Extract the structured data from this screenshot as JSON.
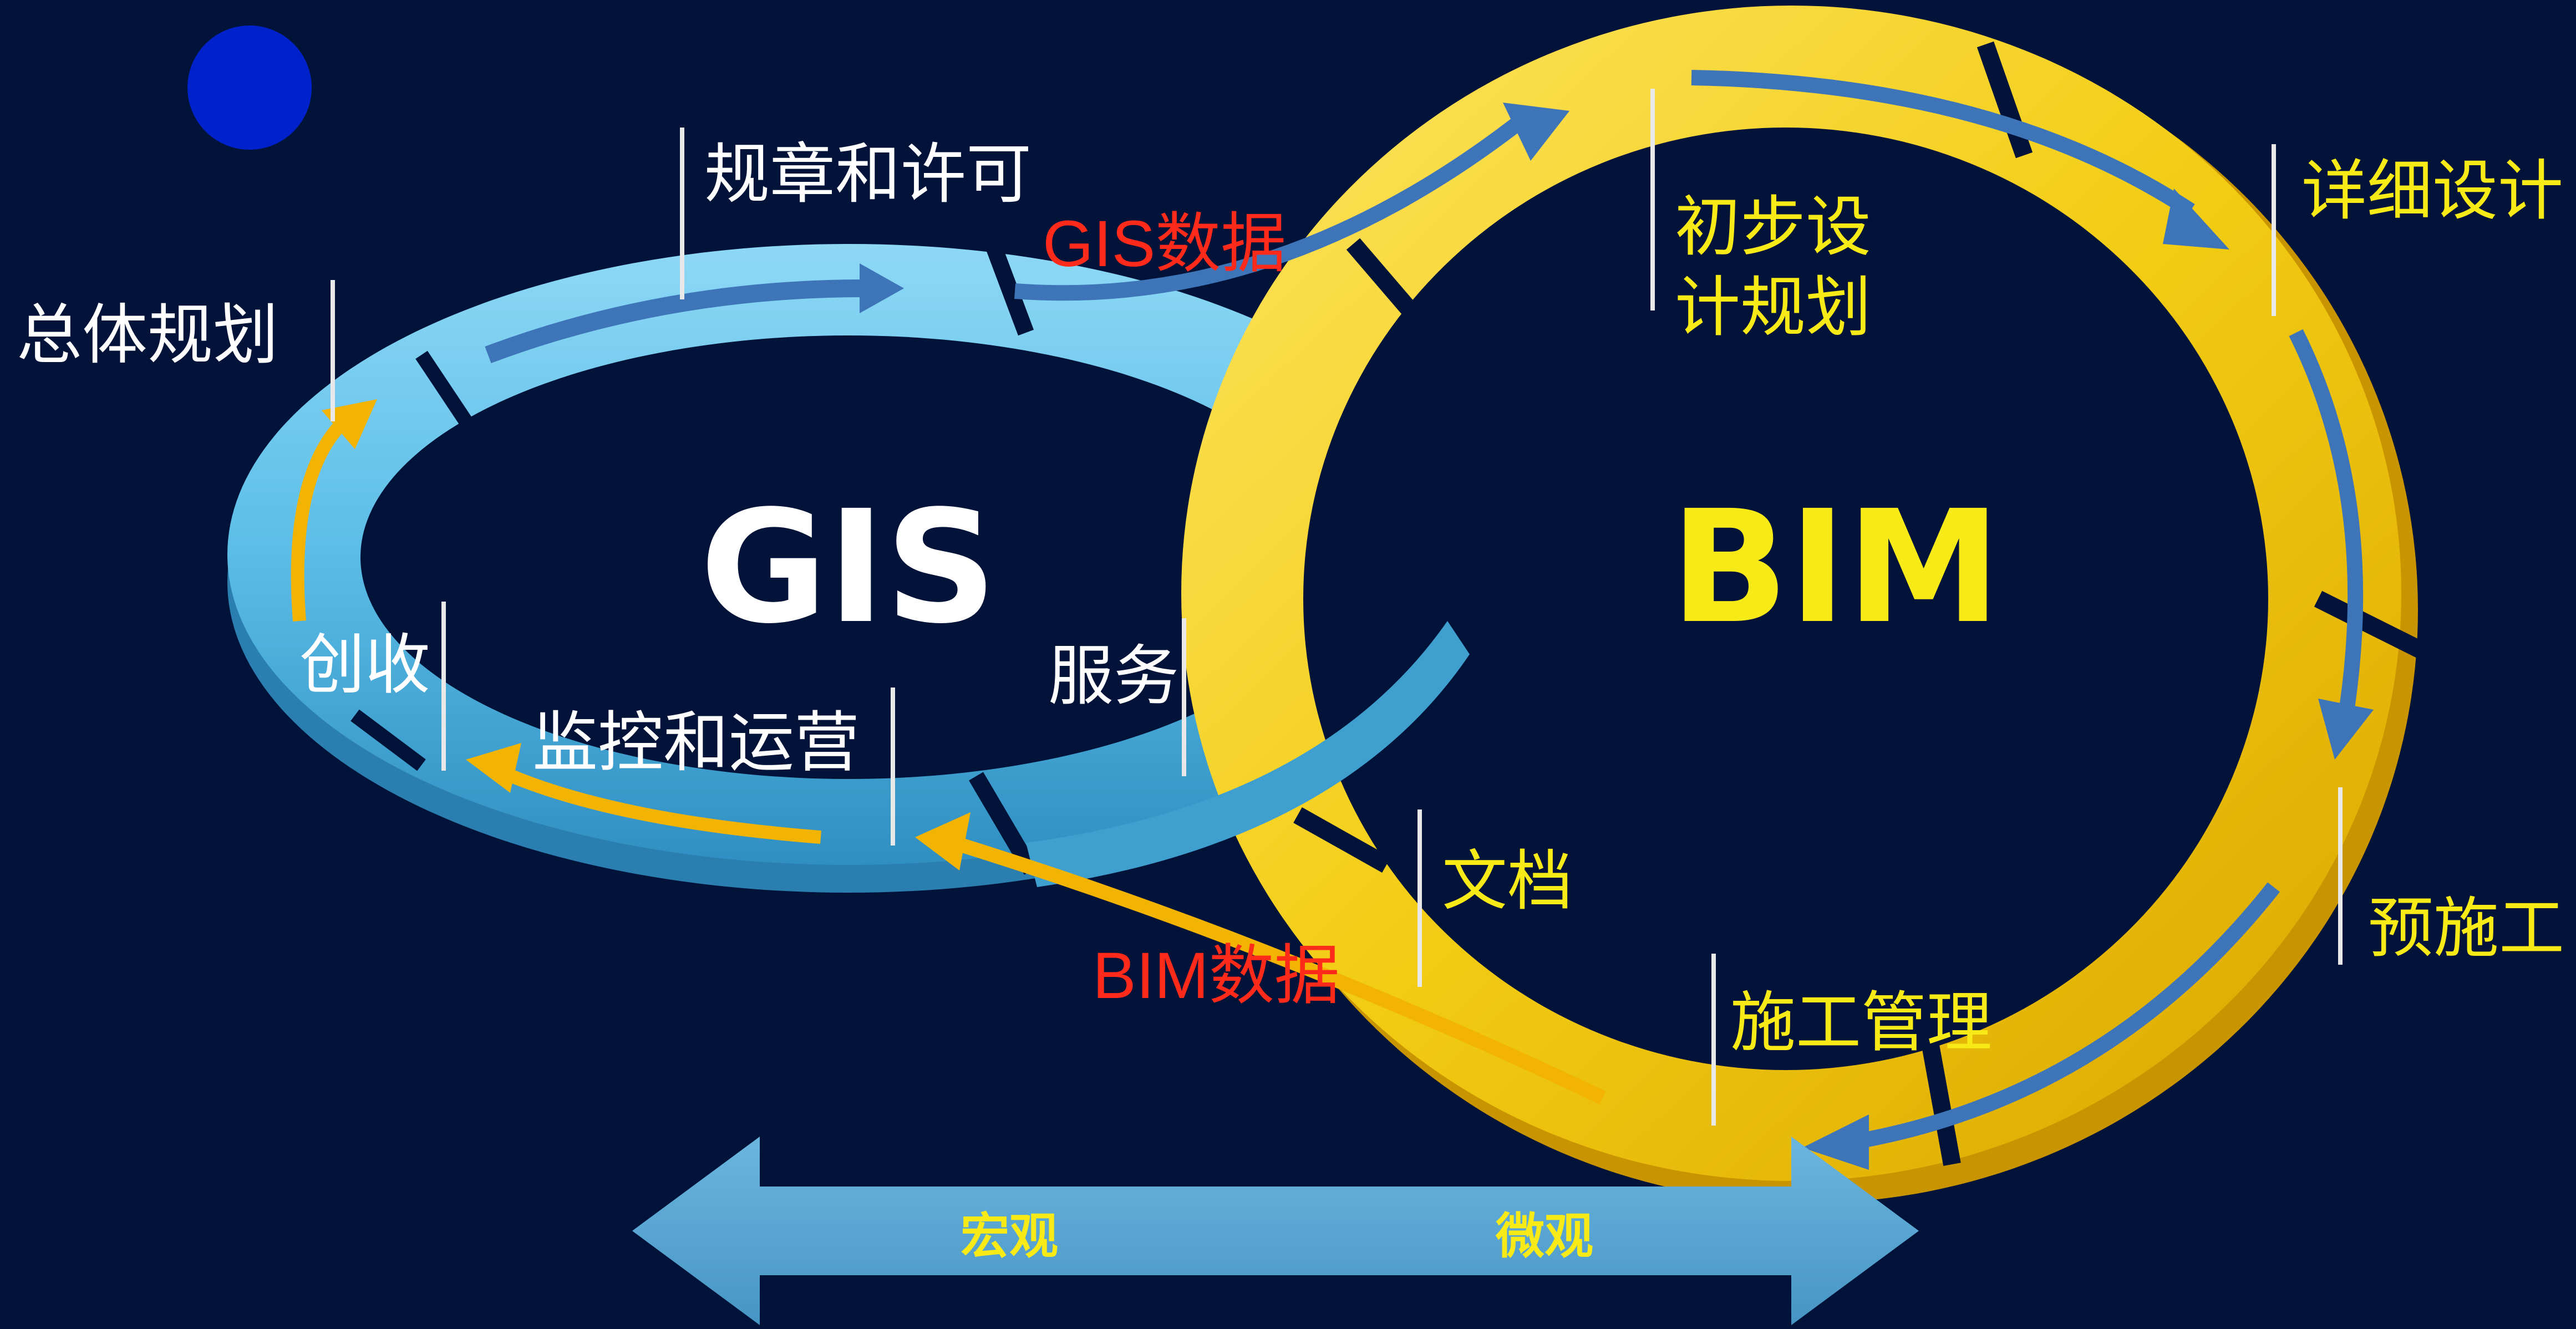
{
  "colors": {
    "background": "#021339",
    "gis_ring": "#5bbde6",
    "bim_ring": "#f2cc13",
    "macro_micro_arrow": "#55a6d4",
    "gis_title": "#ffffff",
    "bim_title": "#f7ea16",
    "data_flow_label": "#ff2a1a",
    "blue_dot": "#0022cc"
  },
  "gis_cycle": {
    "title": "GIS",
    "stages": {
      "master_planning": "总体规划",
      "regulation_permits": "规章和许可",
      "services": "服务",
      "monitoring_operations": "监控和运营",
      "revenue": "创收"
    }
  },
  "bim_cycle": {
    "title": "BIM",
    "stages": {
      "preliminary_design_line1": "初步设",
      "preliminary_design_line2": "计规划",
      "detailed_design": "详细设计",
      "pre_construction": "预施工",
      "construction_management": "施工管理",
      "documentation": "文档"
    }
  },
  "data_flows": {
    "gis_to_bim": "GIS数据",
    "bim_to_gis": "BIM数据"
  },
  "scale_arrow": {
    "macro": "宏观",
    "micro": "微观"
  }
}
